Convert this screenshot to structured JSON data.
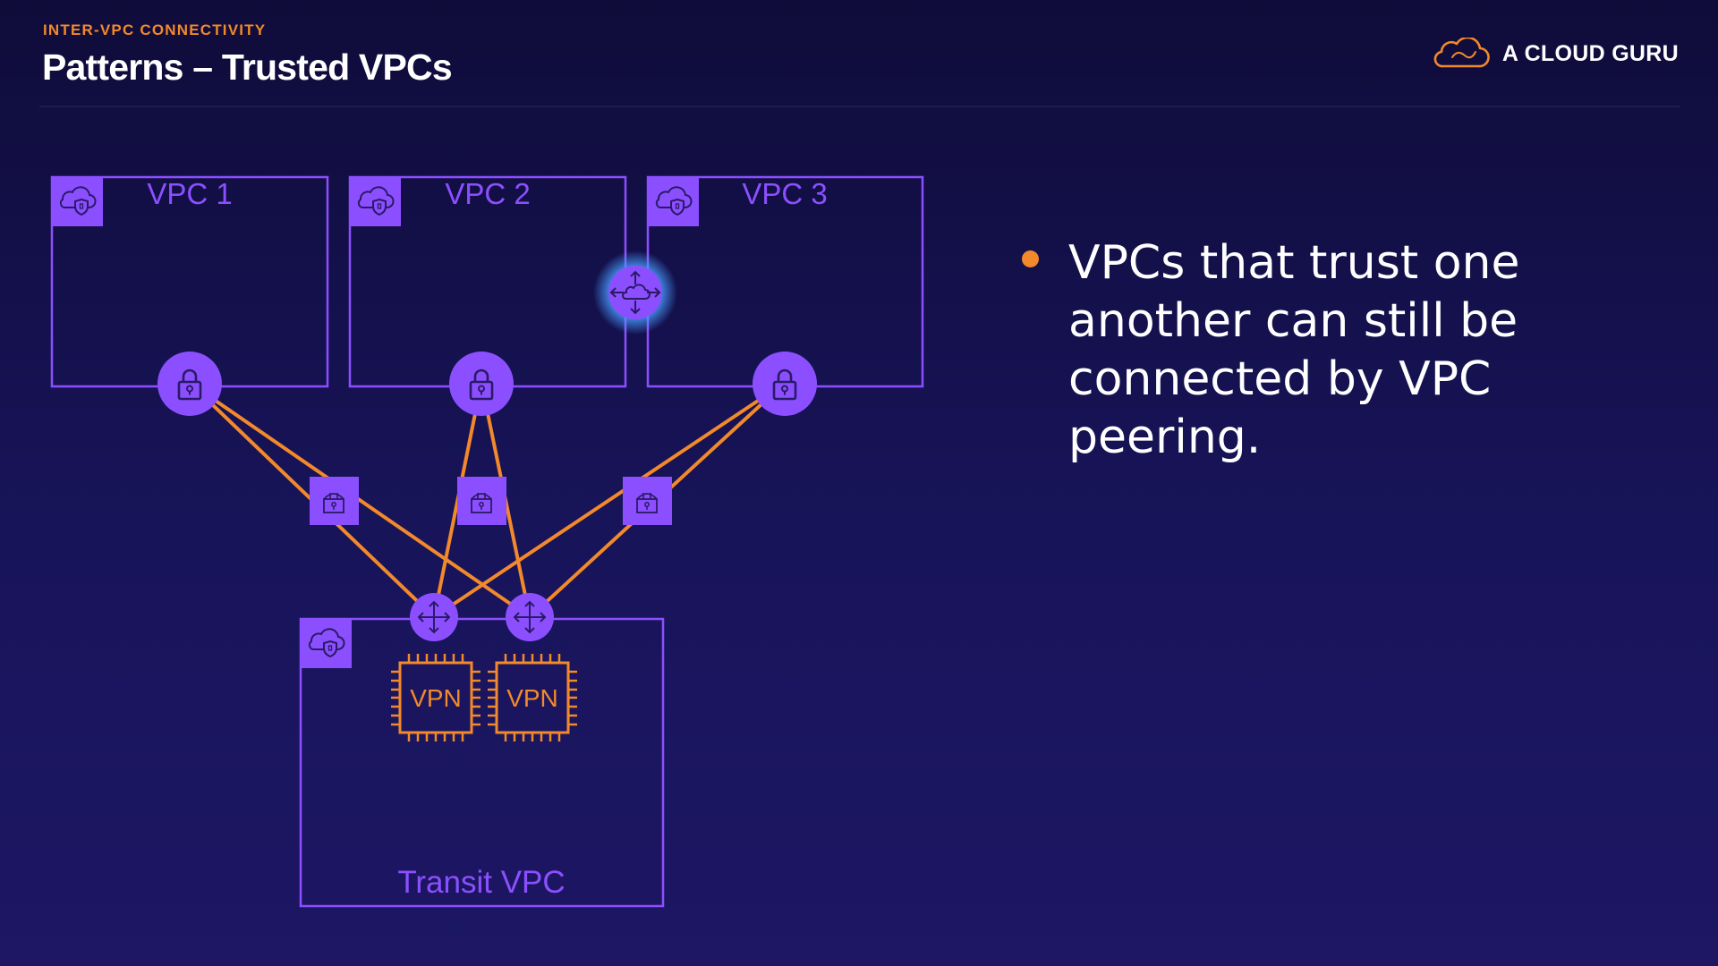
{
  "header": {
    "eyebrow": "INTER-VPC CONNECTIVITY",
    "title": "Patterns – Trusted VPCs"
  },
  "brand": {
    "name": "A CLOUD GURU"
  },
  "diagram": {
    "vpcs": [
      {
        "label": "VPC 1"
      },
      {
        "label": "VPC 2"
      },
      {
        "label": "VPC 3"
      }
    ],
    "transit_vpc": {
      "label": "Transit VPC"
    },
    "vpn_instances": [
      {
        "label": "VPN"
      },
      {
        "label": "VPN"
      }
    ],
    "colors": {
      "vpc_border": "#8c4fff",
      "node_fill": "#8c4fff",
      "connection": "#f2892b",
      "peering_glow": "#3d8bff"
    },
    "icons": {
      "vpc": "cloud-shield-icon",
      "vpn_gateway": "lock-icon",
      "customer_gateway": "gateway-icon",
      "router": "router-icon",
      "peering": "peering-icon",
      "instance": "chip-icon"
    }
  },
  "bullets": [
    "VPCs that trust one another can still be connected by VPC peering."
  ],
  "colors": {
    "accent": "#f2892b",
    "background": "#141050"
  }
}
